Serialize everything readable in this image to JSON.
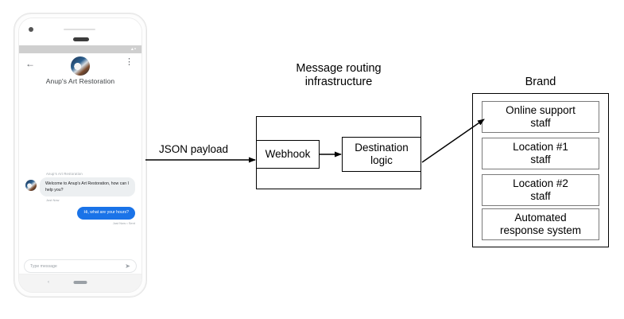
{
  "phone": {
    "app_bar": {
      "back_icon": "back-arrow-icon",
      "menu_icon": "kebab-menu-icon",
      "avatar": "brand-avatar-image",
      "brand_name": "Anup's Art Restoration"
    },
    "status_bar": {
      "icons": "▴▪"
    },
    "conversation": [
      {
        "role": "agent",
        "sender": "Anup's Art Restoration",
        "text": "Welcome to Anup's Art Restoration, how can I help you?",
        "timestamp": "Just Now"
      },
      {
        "role": "user",
        "text": "Hi, what are your hours?",
        "timestamp": "Just Now • Sent"
      }
    ],
    "composer": {
      "placeholder": "Type message",
      "send_icon": "send-icon"
    },
    "nav_bar": {
      "back_icon": "nav-back-icon",
      "home_icon": "nav-home-pill"
    }
  },
  "diagram": {
    "edges": [
      {
        "label": "JSON payload"
      }
    ],
    "routing": {
      "title": "Message routing\ninfrastructure",
      "boxes": [
        {
          "label": "Webhook"
        },
        {
          "label": "Destination\nlogic"
        }
      ]
    },
    "brand": {
      "title": "Brand",
      "boxes": [
        {
          "label": "Online support\nstaff"
        },
        {
          "label": "Location #1\nstaff"
        },
        {
          "label": "Location #2\nstaff"
        },
        {
          "label": "Automated\nresponse system"
        }
      ]
    }
  },
  "colors": {
    "outgoing_bubble": "#1a73e8",
    "incoming_bubble": "#eceff1",
    "stroke": "#000000",
    "inner_box_stroke": "#7a7a7a",
    "background": "#ffffff"
  }
}
